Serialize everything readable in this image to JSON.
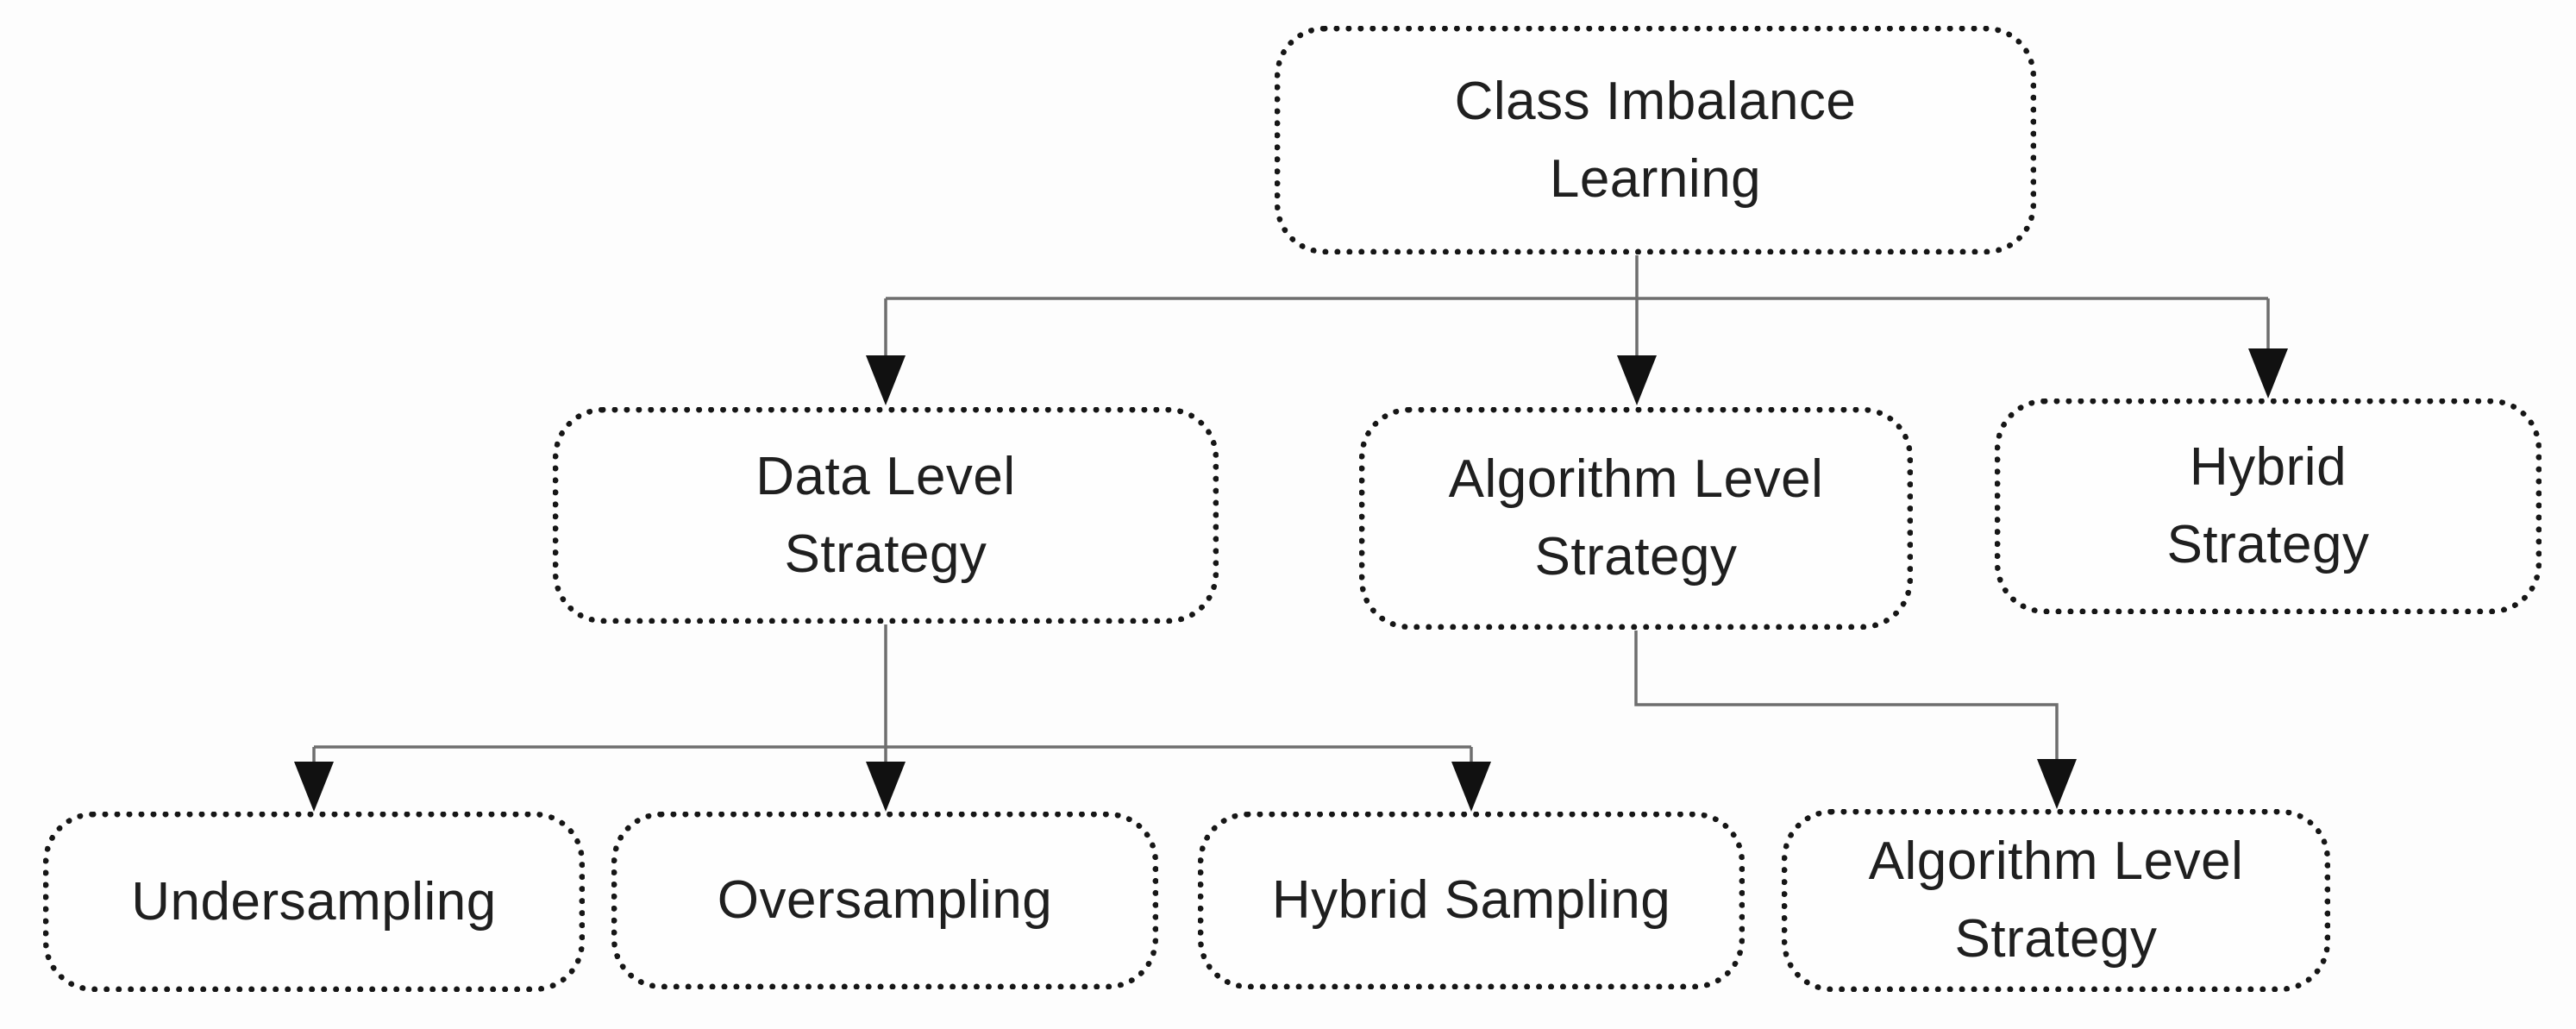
{
  "diagram": {
    "type": "tree-flowchart",
    "root_label": "Class Imbalance Learning"
  },
  "nodes": {
    "root": {
      "label": "Class Imbalance Learning",
      "line1": "Class Imbalance",
      "line2": "Learning"
    },
    "data_level": {
      "label": "Data Level Strategy",
      "line1": "Data Level",
      "line2": "Strategy"
    },
    "algorithm_level": {
      "label": "Algorithm Level Strategy",
      "line1": "Algorithm Level",
      "line2": "Strategy"
    },
    "hybrid": {
      "label": "Hybrid Strategy",
      "line1": "Hybrid",
      "line2": "Strategy"
    },
    "undersampling": {
      "label": "Undersampling",
      "line1": "Undersampling"
    },
    "oversampling": {
      "label": "Oversampling",
      "line1": "Oversampling"
    },
    "hybrid_sampling": {
      "label": "Hybrid Sampling",
      "line1": "Hybrid Sampling"
    },
    "algorithm_level_child": {
      "label": "Algorithm Level Strategy",
      "line1": "Algorithm Level",
      "line2": "Strategy"
    }
  },
  "edges": [
    {
      "from": "Class Imbalance Learning",
      "to": "Data Level Strategy"
    },
    {
      "from": "Class Imbalance Learning",
      "to": "Algorithm Level Strategy"
    },
    {
      "from": "Class Imbalance Learning",
      "to": "Hybrid Strategy"
    },
    {
      "from": "Data Level Strategy",
      "to": "Undersampling"
    },
    {
      "from": "Data Level Strategy",
      "to": "Oversampling"
    },
    {
      "from": "Data Level Strategy",
      "to": "Hybrid Sampling"
    },
    {
      "from": "Algorithm Level Strategy",
      "to": "Algorithm Level Strategy"
    }
  ],
  "colors": {
    "background": "#fdfdfd",
    "border": "#161616",
    "text": "#1f1f1f",
    "line": "#6e6e6e",
    "arrow": "#111111"
  }
}
